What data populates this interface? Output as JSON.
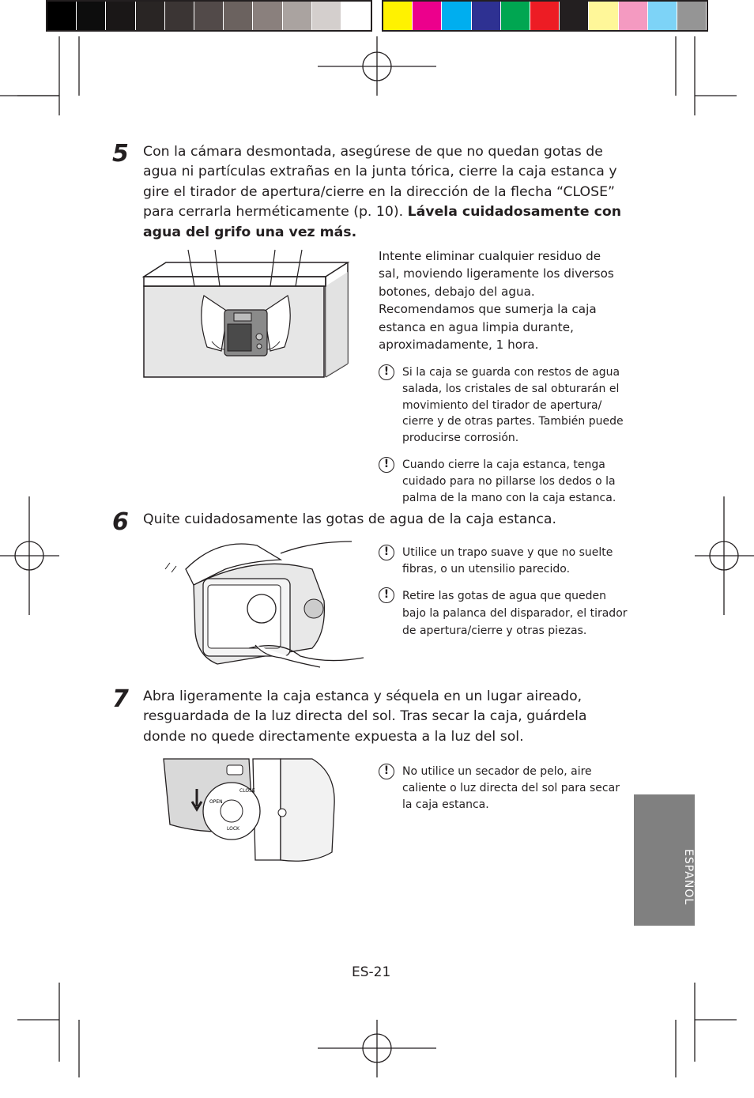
{
  "colors": {
    "grayscale": [
      "#000000",
      "#0d0d0d",
      "#1a1717",
      "#292524",
      "#3b3534",
      "#524a49",
      "#6b625f",
      "#8a807d",
      "#aaa3a0",
      "#d4cfcd",
      "#ffffff"
    ],
    "process": [
      "#fff200",
      "#ec008c",
      "#00aeef",
      "#2e3192",
      "#00a651",
      "#ed1c24",
      "#231f20",
      "#fff799",
      "#f49ac1",
      "#7dd3f7",
      "#959595"
    ],
    "tab": "#808080"
  },
  "step5": {
    "number": "5",
    "text_plain": "Con la cámara desmontada, asegúrese de que no quedan gotas de agua ni partículas extrañas en la junta tórica, cierre la caja estanca y gire el tirador de apertura/cierre en la dirección de la flecha “CLOSE” para cerrarla herméticamente (p. 10). ",
    "text_bold": "Lávela cuidadosamente con agua del grifo una vez más.",
    "description": "Intente eliminar cualquier residuo de sal, moviendo ligeramente los diversos botones, debajo del agua. Recomendamos que sumerja la caja estanca en agua limpia durante, aproximadamente, 1 hora.",
    "notes": [
      "Si la caja se guarda con restos de agua salada, los cristales de sal obturarán el movimiento del tirador de apertura/ cierre y de otras partes. También puede producirse corrosión.",
      "Cuando cierre la caja estanca, tenga cuidado para no pillarse los dedos o la palma de la mano con la caja estanca."
    ]
  },
  "step6": {
    "number": "6",
    "text": "Quite cuidadosamente las gotas de agua de la caja estanca.",
    "notes": [
      "Utilice un trapo suave y que no suelte fibras, o un utensilio parecido.",
      "Retire las gotas de agua que queden bajo la palanca del disparador, el tirador de apertura/cierre y otras piezas."
    ]
  },
  "step7": {
    "number": "7",
    "text": "Abra ligeramente la caja estanca y séquela en un lugar aireado, resguardada de la luz directa del sol. Tras secar la caja, guárdela donde no quede directamente expuesta a la luz del sol.",
    "notes": [
      "No utilice un secador de pelo, aire caliente o luz directa del sol para secar la caja estanca."
    ],
    "dial_labels": [
      "OPEN",
      "CLOSE",
      "LOCK"
    ]
  },
  "note_icon": "!",
  "side_tab": "ESPAÑOL",
  "page_number": "ES-21"
}
